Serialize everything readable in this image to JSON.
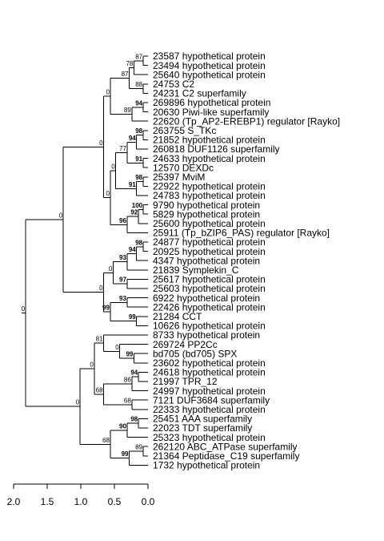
{
  "tree": {
    "taxa": [
      "23587 hypothetical protein",
      "23494 hypothetical protein",
      "25640 hypothetical protein",
      "24753 C2",
      "24231 C2 superfamily",
      "269896 hypothetical protein",
      "20630 Piwi-like superfamily",
      "22620 (Tp_AP2-EREBP1) regulator [Rayko]",
      "263755 S_TKc",
      "21852 hypothetical protein",
      "260818 DUF1126 superfamily",
      "24633 hypothetical protein",
      "12570 DEXDc",
      "25397 MviM",
      "22922 hypothetical protein",
      "24783 hypothetical protein",
      "9790 hypothetical protein",
      "5829 hypothetical protein",
      "25600 hypothetical protein",
      "25911 (Tp_bZIP6_PAS) regulator [Rayko]",
      "24877 hypothetical protein",
      "20925 hypothetical protein",
      "4347 hypothetical protein",
      "21839 Symplekin_C",
      "25617 hypothetical protein",
      "25603 hypothetical protein",
      "6922 hypothetical protein",
      "22426 hypothetical protein",
      "21284 CCT",
      "10626 hypothetical protein",
      "8733 hypothetical protein",
      "269724 PP2Cc",
      "bd705 (bd705) SPX",
      "23602 hypothetical protein",
      "24618 hypothetical protein",
      "21997 TPR_12",
      "24997 hypothetical protein",
      "7121 DUF3684 superfamily",
      "22333 hypothetical protein",
      "25451 AAA superfamily",
      "22023 TDT superfamily",
      "25323 hypothetical protein",
      "262120 ABC_ATPase superfamily",
      "21364 Peptidase_C19 superfamily",
      "1732 hypothetical protein"
    ],
    "nodes": [
      {
        "id": "n1",
        "children": [
          0,
          1
        ],
        "depth": 0.07,
        "support": "87",
        "bold": false
      },
      {
        "id": "n2",
        "children": [
          "n1",
          2
        ],
        "depth": 0.21,
        "support": "78",
        "bold": false
      },
      {
        "id": "n3",
        "children": [
          3,
          4
        ],
        "depth": 0.07,
        "support": "88",
        "bold": false
      },
      {
        "id": "n4",
        "children": [
          "n2",
          "n3"
        ],
        "depth": 0.28,
        "support": "87",
        "bold": false
      },
      {
        "id": "n5",
        "children": [
          5,
          6
        ],
        "depth": 0.07,
        "support": "94",
        "bold": true
      },
      {
        "id": "n6",
        "children": [
          "n5",
          7
        ],
        "depth": 0.24,
        "support": "89",
        "bold": false
      },
      {
        "id": "n7",
        "children": [
          "n4",
          "n6"
        ],
        "depth": 0.56,
        "support": "0",
        "bold": false
      },
      {
        "id": "n8",
        "children": [
          8,
          9
        ],
        "depth": 0.07,
        "support": "98",
        "bold": true
      },
      {
        "id": "n9",
        "children": [
          "n8",
          10
        ],
        "depth": 0.17,
        "support": "94",
        "bold": true
      },
      {
        "id": "n10",
        "children": [
          11,
          12
        ],
        "depth": 0.07,
        "support": "91",
        "bold": true
      },
      {
        "id": "n11",
        "children": [
          "n9",
          "n10"
        ],
        "depth": 0.31,
        "support": "77",
        "bold": false
      },
      {
        "id": "n12",
        "children": [
          13,
          14
        ],
        "depth": 0.07,
        "support": "98",
        "bold": true
      },
      {
        "id": "n13",
        "children": [
          "n12",
          15
        ],
        "depth": 0.17,
        "support": "91",
        "bold": true
      },
      {
        "id": "n14",
        "children": [
          "n11",
          "n13"
        ],
        "depth": 0.48,
        "support": "0",
        "bold": false
      },
      {
        "id": "n15",
        "children": [
          16,
          17
        ],
        "depth": 0.07,
        "support": "100",
        "bold": true
      },
      {
        "id": "n16",
        "children": [
          "n15",
          18
        ],
        "depth": 0.14,
        "support": "92",
        "bold": true
      },
      {
        "id": "n17",
        "children": [
          "n16",
          19
        ],
        "depth": 0.31,
        "support": "96",
        "bold": true
      },
      {
        "id": "n18",
        "children": [
          "n14",
          "n17"
        ],
        "depth": 0.56,
        "support": "0",
        "bold": false
      },
      {
        "id": "n19",
        "children": [
          "n7",
          "n18"
        ],
        "depth": 0.66,
        "support": "0",
        "bold": false
      },
      {
        "id": "n20",
        "children": [
          20,
          21
        ],
        "depth": 0.07,
        "support": "98",
        "bold": true
      },
      {
        "id": "n21",
        "children": [
          "n20",
          22
        ],
        "depth": 0.17,
        "support": "94",
        "bold": true
      },
      {
        "id": "n22",
        "children": [
          "n21",
          23
        ],
        "depth": 0.31,
        "support": "93",
        "bold": true
      },
      {
        "id": "n23",
        "children": [
          24,
          25
        ],
        "depth": 0.31,
        "support": "97",
        "bold": true
      },
      {
        "id": "n24",
        "children": [
          "n22",
          "n23"
        ],
        "depth": 0.52,
        "support": "0",
        "bold": false
      },
      {
        "id": "n25",
        "children": [
          26,
          27
        ],
        "depth": 0.31,
        "support": "93",
        "bold": true
      },
      {
        "id": "n26",
        "children": [
          28,
          29
        ],
        "depth": 0.17,
        "support": "99",
        "bold": true
      },
      {
        "id": "n27",
        "children": [
          "n25",
          "n26"
        ],
        "depth": 0.56,
        "support": "99",
        "bold": true
      },
      {
        "id": "n28",
        "children": [
          "n24",
          "n27"
        ],
        "depth": 0.66,
        "support": "0",
        "bold": false
      },
      {
        "id": "n29",
        "children": [
          "n19",
          "n28"
        ],
        "depth": 1.26,
        "support": "0",
        "bold": false
      },
      {
        "id": "n30",
        "children": [
          32,
          33
        ],
        "depth": 0.21,
        "support": "99",
        "bold": true
      },
      {
        "id": "n31",
        "children": [
          "n30",
          31
        ],
        "depth": 0.42,
        "support": "0",
        "bold": false
      },
      {
        "id": "n32",
        "children": [
          "n31",
          30
        ],
        "depth": 0.66,
        "support": "81",
        "bold": false
      },
      {
        "id": "n33",
        "children": [
          34,
          35
        ],
        "depth": 0.14,
        "support": "94",
        "bold": true
      },
      {
        "id": "n34",
        "children": [
          "n33",
          36
        ],
        "depth": 0.24,
        "support": "86",
        "bold": false
      },
      {
        "id": "n35",
        "children": [
          37,
          38
        ],
        "depth": 0.24,
        "support": "68",
        "bold": false
      },
      {
        "id": "n36",
        "children": [
          "n34",
          "n35"
        ],
        "depth": 0.66,
        "support": "68",
        "bold": false
      },
      {
        "id": "n37",
        "children": [
          "n32",
          "n36"
        ],
        "depth": 0.8,
        "support": "0",
        "bold": false
      },
      {
        "id": "n38",
        "children": [
          39,
          40
        ],
        "depth": 0.14,
        "support": "98",
        "bold": true
      },
      {
        "id": "n39",
        "children": [
          "n38",
          41
        ],
        "depth": 0.31,
        "support": "90",
        "bold": true
      },
      {
        "id": "n40",
        "children": [
          42,
          43
        ],
        "depth": 0.07,
        "support": "89",
        "bold": false
      },
      {
        "id": "n41",
        "children": [
          "n40",
          44
        ],
        "depth": 0.28,
        "support": "99",
        "bold": true
      },
      {
        "id": "n42",
        "children": [
          "n39",
          "n41"
        ],
        "depth": 0.56,
        "support": "68",
        "bold": false
      },
      {
        "id": "n43",
        "children": [
          "n37",
          "n42"
        ],
        "depth": 1.01,
        "support": "0",
        "bold": false
      },
      {
        "id": "n44",
        "children": [
          "n29",
          "n43"
        ],
        "depth": 1.82,
        "support": "0",
        "bold": false
      }
    ],
    "root": "n44",
    "root_stub": 0.06
  },
  "scale_axis": {
    "max": 2.0,
    "ticks": [
      2.0,
      1.5,
      1.0,
      0.5,
      0.0
    ],
    "tick_labels": [
      "2.0",
      "1.5",
      "1.0",
      "0.5",
      "0.0"
    ]
  }
}
